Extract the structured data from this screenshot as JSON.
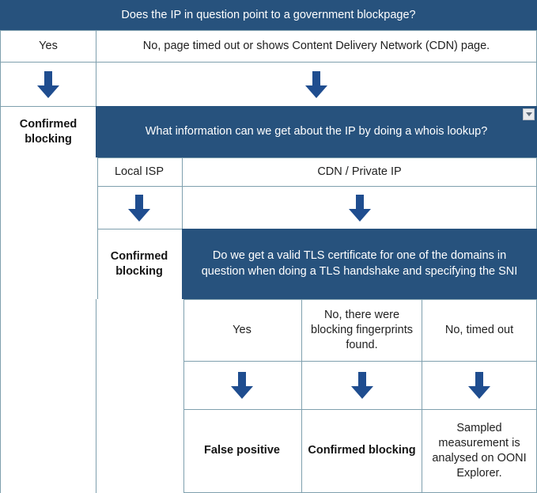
{
  "chart_data": {
    "type": "table",
    "title": "Does the IP in question point to a government blockpage?",
    "orientation": "top-down decision tree rendered as a nested table",
    "levels": [
      {
        "question": "Does the IP in question point to a government blockpage?",
        "branches": [
          "Yes",
          "No, page timed out or shows Content Delivery Network (CDN) page."
        ],
        "outcomes": [
          "Confirmed blocking",
          null
        ]
      },
      {
        "question": "What information can we get about the IP by doing a whois lookup?",
        "branches": [
          "Local ISP",
          "CDN / Private IP"
        ],
        "outcomes": [
          "Confirmed blocking",
          null
        ]
      },
      {
        "question": "Do we get a valid TLS certificate for one of the domains in question when doing a TLS handshake and specifying the SNI",
        "branches": [
          "Yes",
          "No, there were blocking fingerprints found.",
          "No, timed out"
        ],
        "outcomes": [
          "False positive",
          "Confirmed blocking",
          "Sampled measurement is analysed on OONI Explorer."
        ]
      }
    ]
  },
  "colors": {
    "banner_blue": "#27527d",
    "arrow_blue": "#1f4d8f",
    "grid_border": "#7fa0ae",
    "cell_background": "#ffffff",
    "text": "#1a1a1a"
  },
  "level1": {
    "question": "Does the IP in question point to a government blockpage?",
    "answer_yes": "Yes",
    "answer_no": "No, page timed out or shows Content Delivery Network (CDN) page.",
    "verdict_yes": "Confirmed blocking"
  },
  "level2": {
    "question": "What information can we get about the IP by doing a whois lookup?",
    "answer_isp": "Local ISP",
    "answer_cdn": "CDN / Private IP",
    "verdict_isp": "Confirmed blocking",
    "filter_icon": "dropdown-arrow-icon"
  },
  "level3": {
    "question": "Do we get a valid TLS certificate for one of the domains in question when doing a TLS handshake and specifying the SNI",
    "answer_yes": "Yes",
    "answer_fingerprints": "No, there were blocking fingerprints found.",
    "answer_timeout": "No, timed out",
    "verdict_yes": "False positive",
    "verdict_fingerprints": "Confirmed blocking",
    "verdict_timeout": "Sampled measurement is analysed on OONI Explorer."
  },
  "icons": {
    "down_arrow": "down-arrow-icon"
  }
}
